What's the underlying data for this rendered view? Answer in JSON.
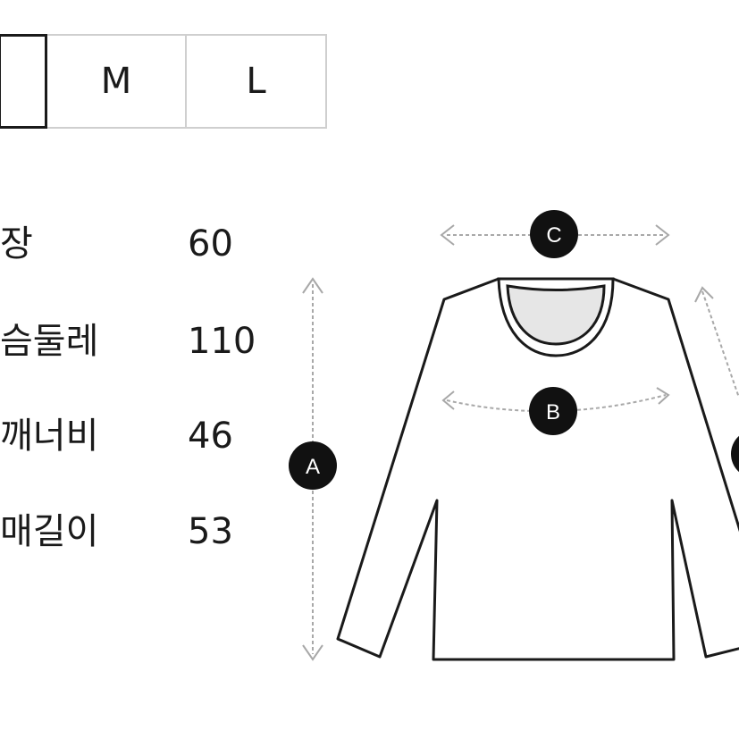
{
  "size_tabs": [
    {
      "label": "",
      "selected": true
    },
    {
      "label": "M",
      "selected": false
    },
    {
      "label": "L",
      "selected": false
    }
  ],
  "measurements": [
    {
      "label": "장",
      "value": "60"
    },
    {
      "label": "슴둘레",
      "value": "110"
    },
    {
      "label": "깨너비",
      "value": "46"
    },
    {
      "label": "매길이",
      "value": "53"
    }
  ],
  "diagram": {
    "markers": {
      "a": "A",
      "b": "B",
      "c": "C"
    },
    "colors": {
      "outline": "#1a1a1a",
      "guide": "#a8a8a8",
      "neck_fill": "#e6e6e6"
    }
  }
}
